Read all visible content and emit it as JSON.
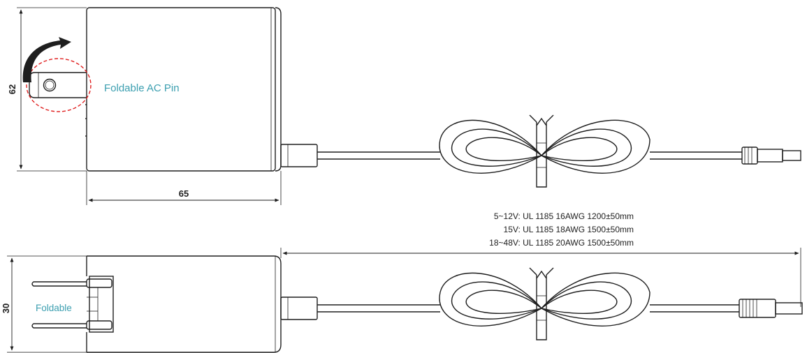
{
  "top_view": {
    "height_dim": "62",
    "width_dim": "65",
    "pin_label": "Foldable AC Pin"
  },
  "side_view": {
    "thickness_dim": "30",
    "pin_label": "Foldable"
  },
  "cable_specs": [
    "5~12V: UL 1185 16AWG 1200±50mm",
    "15V: UL 1185 18AWG 1500±50mm",
    "18~48V: UL 1185 20AWG 1500±50mm"
  ],
  "colors": {
    "line": "#1e1e1e",
    "label_teal": "#3c9fb0",
    "highlight_red": "#e02020"
  }
}
